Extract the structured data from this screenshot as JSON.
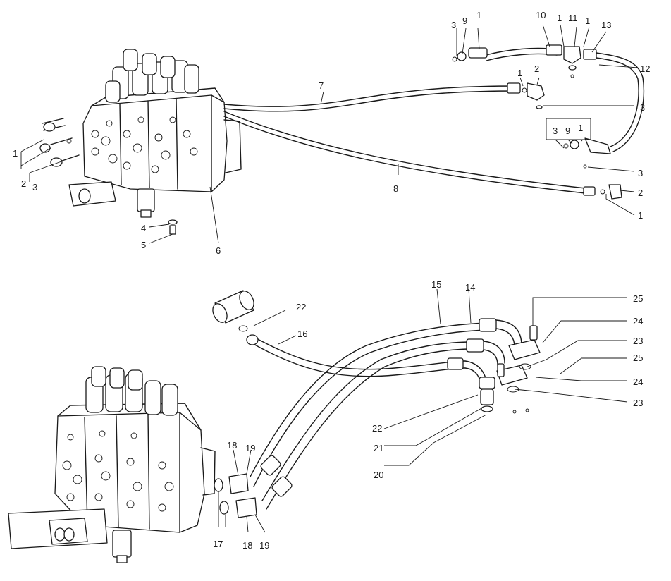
{
  "labels": {
    "l1": "1",
    "l2": "2",
    "l3": "3",
    "l4": "4",
    "l5": "5",
    "l6": "6",
    "l7": "7",
    "l8": "8",
    "l9": "9",
    "l10": "10",
    "l11": "11",
    "l12": "12",
    "l13": "13",
    "l14": "14",
    "l15": "15",
    "l16": "16",
    "l17": "17",
    "l18": "18",
    "l19": "19",
    "l20": "20",
    "l21": "21",
    "l22": "22",
    "l23": "23",
    "l24": "24",
    "l25": "25"
  },
  "colors": {
    "ink": "#1a1a1a",
    "paper": "#ffffff"
  }
}
